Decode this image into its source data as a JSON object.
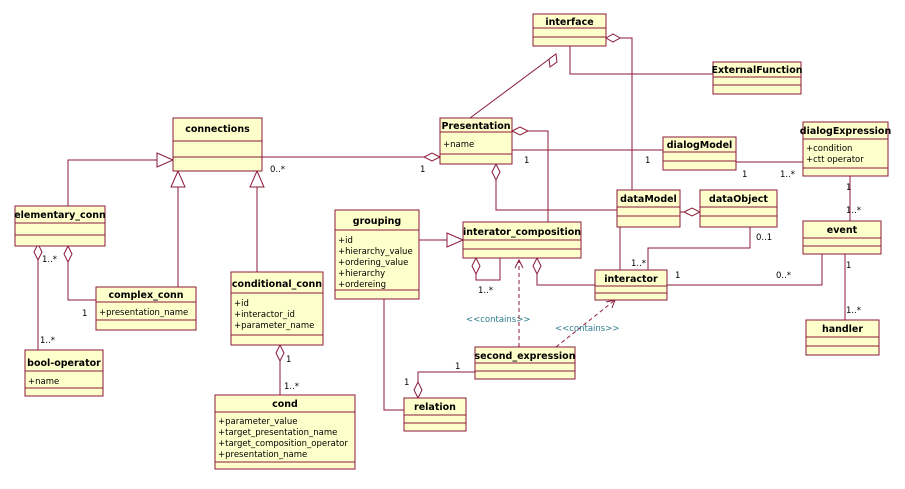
{
  "classes": {
    "interface": {
      "name": "interface",
      "attrs": []
    },
    "external_function": {
      "name": "ExternalFunction",
      "attrs": []
    },
    "presentation": {
      "name": "Presentation",
      "attrs": [
        "+name"
      ]
    },
    "dialog_model": {
      "name": "dialogModel",
      "attrs": []
    },
    "dialog_expression": {
      "name": "dialogExpression",
      "attrs": [
        "+condition",
        "+ctt operator"
      ]
    },
    "connections": {
      "name": "connections",
      "attrs": []
    },
    "elementary_conn": {
      "name": "elementary_conn",
      "attrs": []
    },
    "complex_conn": {
      "name": "complex_conn",
      "attrs": [
        "+presentation_name"
      ]
    },
    "bool_operator": {
      "name": "bool-operator",
      "attrs": [
        "+name"
      ]
    },
    "conditional_conn": {
      "name": "conditional_conn",
      "attrs": [
        "+id",
        "+interactor_id",
        "+parameter_name"
      ]
    },
    "cond": {
      "name": "cond",
      "attrs": [
        "+parameter_value",
        "+target_presentation_name",
        "+target_composition_operator",
        "+presentation_name"
      ]
    },
    "grouping": {
      "name": "grouping",
      "attrs": [
        "+id",
        "+hierarchy_value",
        "+ordering_value",
        "+hierarchy",
        "+ordereing"
      ]
    },
    "interator_composition": {
      "name": "interator_composition",
      "attrs": []
    },
    "data_model": {
      "name": "dataModel",
      "attrs": []
    },
    "data_object": {
      "name": "dataObject",
      "attrs": []
    },
    "event": {
      "name": "event",
      "attrs": []
    },
    "interactor": {
      "name": "interactor",
      "attrs": []
    },
    "handler": {
      "name": "handler",
      "attrs": []
    },
    "second_expression": {
      "name": "second_expression",
      "attrs": []
    },
    "relation": {
      "name": "relation",
      "attrs": []
    }
  },
  "multiplicities": {
    "conn_many": "0..*",
    "pres_one": "1",
    "pres_dm_one": "1",
    "dm_de_one": "1",
    "de_one_many": "1..*",
    "de_event_one": "1",
    "event_one_many": "1..*",
    "elem_one_many": "1..*",
    "elem_complex_one": "1",
    "bool_one_many": "1..*",
    "cond_conn_one": "1",
    "cond_one_many": "1..*",
    "comp_one_many": "1..*",
    "dataobj_zero_one": "0..1",
    "interactor_one_many": "1..*",
    "interactor_event_one": "1",
    "event_zero_many": "0..*",
    "event_handler_one": "1",
    "handler_one_many": "1..*",
    "second_expr_one": "1",
    "relation_one": "1"
  },
  "stereotypes": {
    "contains_left": "<<contains>>",
    "contains_right": "<<contains>>"
  },
  "colors": {
    "box_fill": "#ffffcc",
    "line": "#8b1a3a",
    "stereotype": "#2e7d8c"
  }
}
